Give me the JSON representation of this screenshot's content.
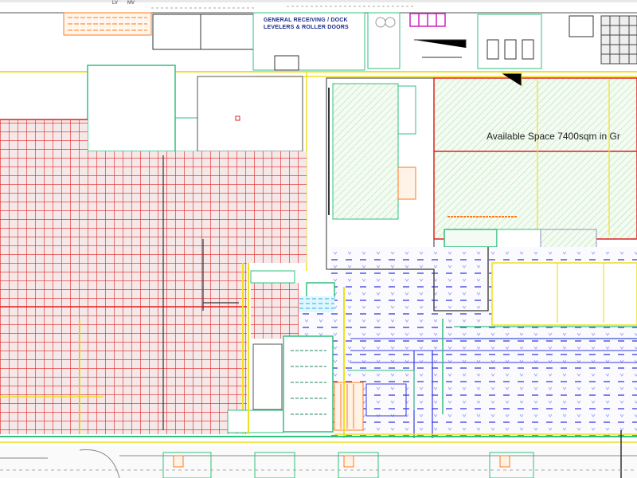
{
  "labels": {
    "dock_line1": "GENERAL RECEIVING / DOCK",
    "dock_line2": "LEVELERS & ROLLER DOORS",
    "available_space": "Available Space 7400sqm in Gr",
    "lv": "LV",
    "mv": "MV"
  },
  "colors": {
    "tenanted_grid": "#e02020",
    "available_hatch": "#5cc05c",
    "available_outline": "#e02020",
    "storage_dash": "#3a3ae0",
    "walls": "#30c080",
    "services": "#f0e020",
    "offices": "#ff7a1a",
    "magenta": "#d020c0"
  }
}
